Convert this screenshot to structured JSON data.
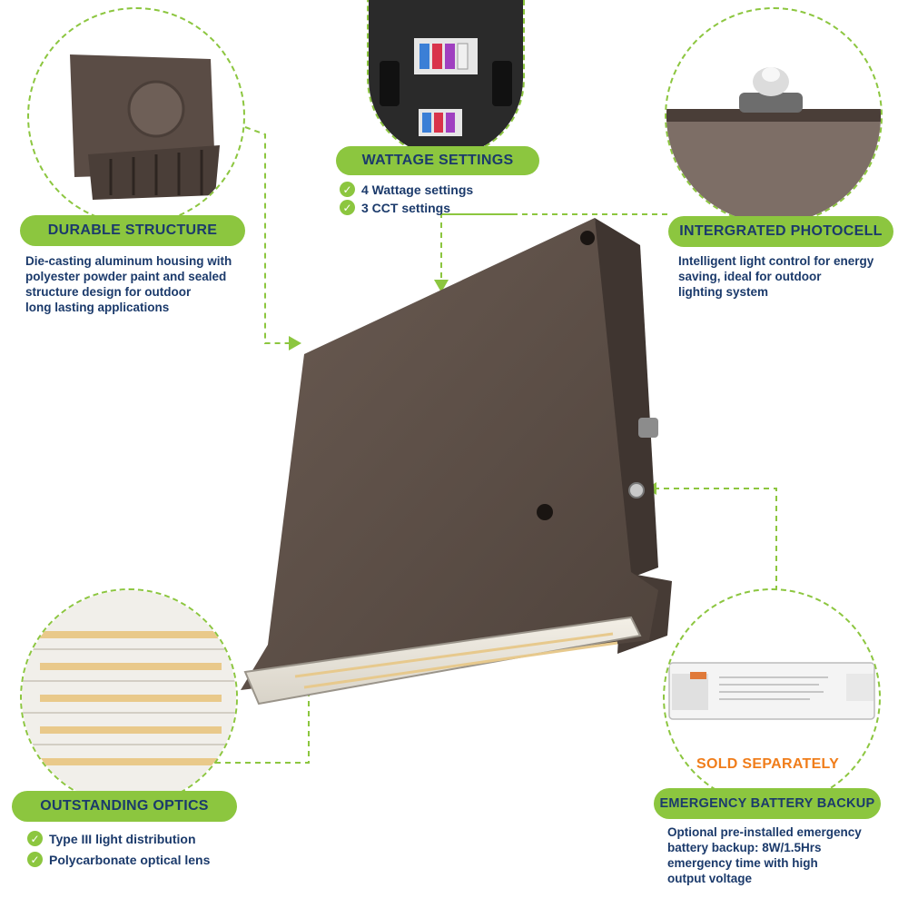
{
  "sections": {
    "durable": {
      "title": "DURABLE STRUCTURE",
      "lines": [
        "Die-casting aluminum housing with",
        "polyester powder paint and sealed",
        "structure design for outdoor",
        "long lasting applications"
      ]
    },
    "wattage": {
      "title": "WATTAGE SETTINGS",
      "items": [
        "4 Wattage settings",
        "3 CCT settings"
      ]
    },
    "photocell": {
      "title": "INTERGRATED PHOTOCELL",
      "lines": [
        "Intelligent light control for energy",
        "saving, ideal for outdoor",
        "lighting system"
      ]
    },
    "optics": {
      "title": "OUTSTANDING OPTICS",
      "items": [
        "Type III light distribution",
        "Polycarbonate optical lens"
      ]
    },
    "battery": {
      "title": "EMERGENCY BATTERY BACKUP",
      "badge": "SOLD SEPARATELY",
      "lines": [
        "Optional pre-installed emergency",
        "battery backup: 8W/1.5Hrs",
        "emergency time with high",
        "output voltage"
      ]
    }
  },
  "colors": {
    "accent": "#8cc63f",
    "text": "#1b3a6b",
    "orange": "#f07d1a",
    "housing": "#5e5048"
  },
  "icons": [
    "check-icon",
    "arrow-icon"
  ]
}
